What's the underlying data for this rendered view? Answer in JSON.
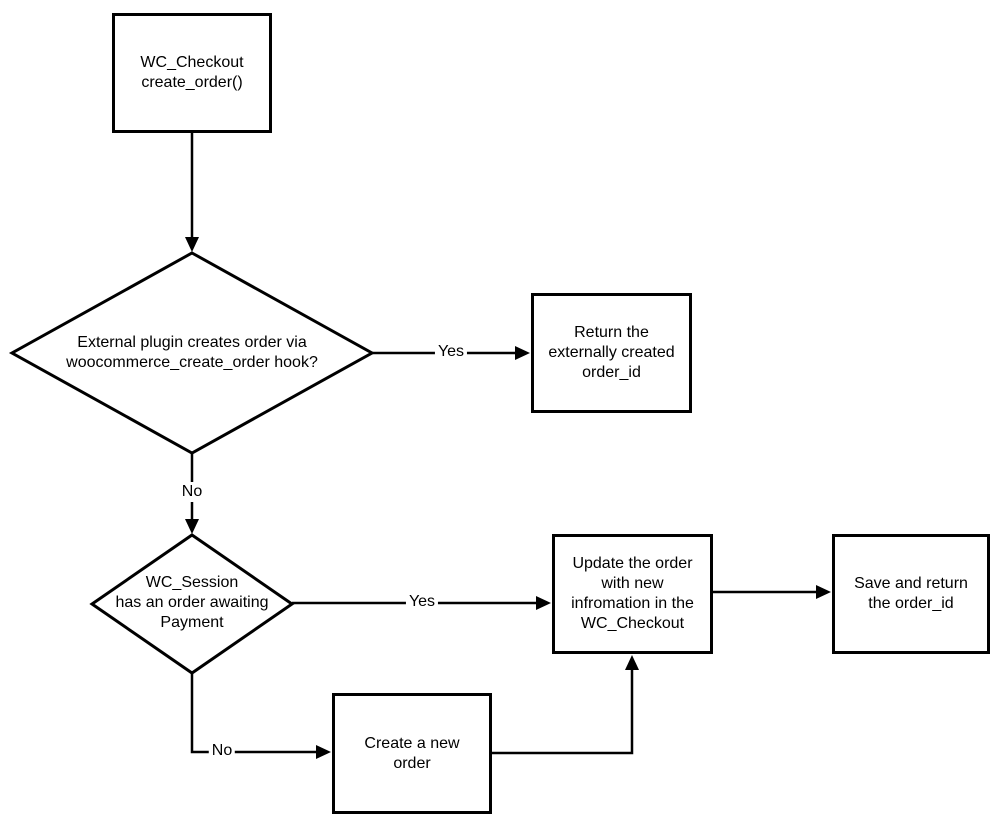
{
  "diagram": {
    "type": "flowchart",
    "colors": {
      "background": "#ffffff",
      "node_fill": "#ffffff",
      "node_border": "#000000",
      "line": "#000000",
      "text": "#000000"
    },
    "nodes": {
      "start": {
        "type": "process",
        "label": "WC_Checkout\ncreate_order()"
      },
      "external_plugin_decision": {
        "type": "decision",
        "label": "External plugin creates order via\nwoocommerce_create_order hook?"
      },
      "return_external": {
        "type": "process",
        "label": "Return the\nexternally created\norder_id"
      },
      "session_decision": {
        "type": "decision",
        "label": "WC_Session\nhas an order awaiting\nPayment"
      },
      "update_order": {
        "type": "process",
        "label": "Update the order\nwith new\ninfromation in the\nWC_Checkout"
      },
      "save_return": {
        "type": "process",
        "label": "Save and return\nthe order_id"
      },
      "create_new_order": {
        "type": "process",
        "label": "Create a new\norder"
      }
    },
    "edge_labels": {
      "external_plugin_yes": "Yes",
      "external_plugin_no": "No",
      "session_yes": "Yes",
      "session_no": "No"
    }
  }
}
